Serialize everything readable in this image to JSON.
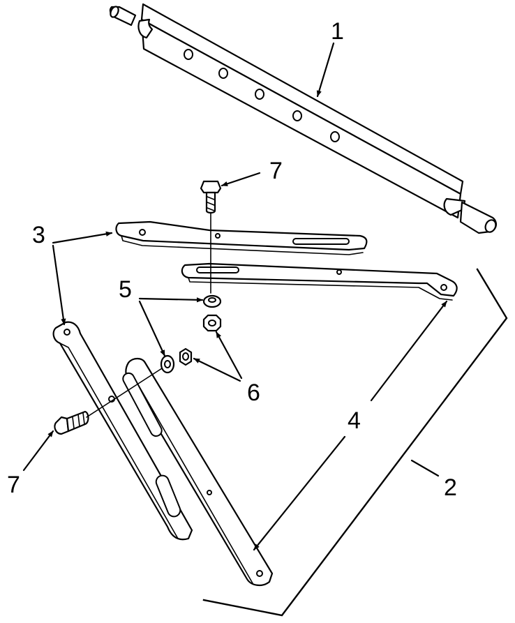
{
  "callouts": {
    "part_1": "1",
    "part_2": "2",
    "part_3": "3",
    "part_4": "4",
    "part_5": "5",
    "part_6": "6",
    "part_7_top": "7",
    "part_7_bottom": "7"
  }
}
